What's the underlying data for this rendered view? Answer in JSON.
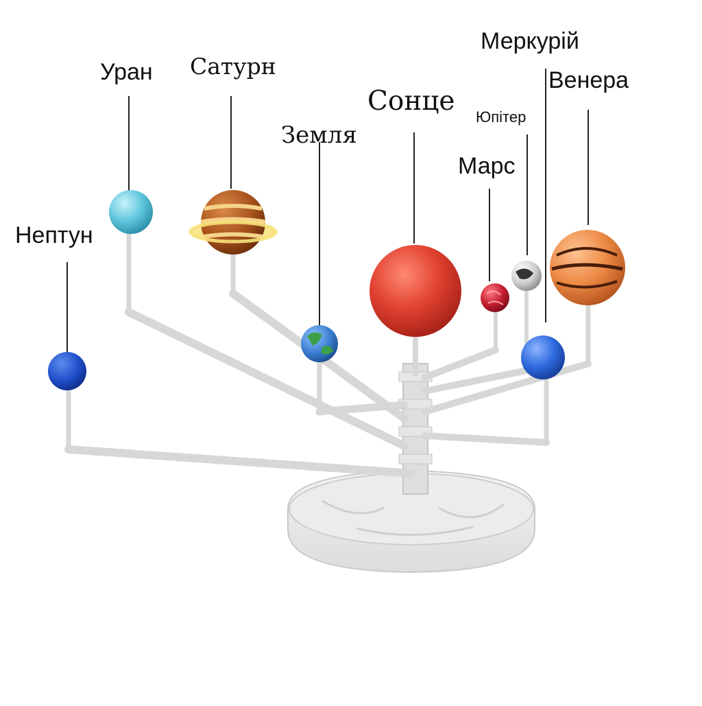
{
  "labels": {
    "neptune": "Нептун",
    "uranus": "Уран",
    "saturn": "Сатурн",
    "earth": "Земля",
    "sun": "Сонце",
    "mars": "Марс",
    "jupiter": "Юпітер",
    "mercury": "Меркурій",
    "venus": "Венера"
  },
  "colors": {
    "sun": "#e0402f",
    "neptune": "#1f4fc9",
    "uranus": "#5fc6dc",
    "saturn": "#a8521c",
    "earth": "#3b7fd0",
    "mars": "#c21d2e",
    "jupiter": "#cccccc",
    "mercury": "#2f6be0",
    "venus": "#e07b3a",
    "frame": "#d7d7d7",
    "leader": "#222222"
  }
}
